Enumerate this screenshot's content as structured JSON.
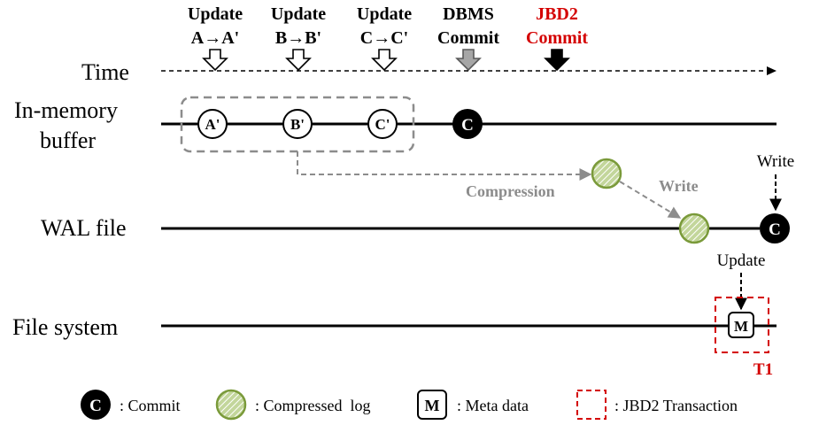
{
  "events": [
    {
      "line1": "Update",
      "line2": "A→A'"
    },
    {
      "line1": "Update",
      "line2": "B→B'"
    },
    {
      "line1": "Update",
      "line2": "C→C'"
    },
    {
      "line1": "DBMS",
      "line2": "Commit"
    },
    {
      "line1": "JBD2",
      "line2": "Commit"
    }
  ],
  "rows": {
    "time": "Time",
    "buffer_line1": "In-memory",
    "buffer_line2": "buffer",
    "wal": "WAL file",
    "fs": "File system"
  },
  "nodes": {
    "a": "A'",
    "b": "B'",
    "c_prime": "C'",
    "commit_buffer": "C",
    "commit_wal": "C",
    "meta": "M"
  },
  "labels": {
    "compression": "Compression",
    "write_green": "Write",
    "write_black": "Write",
    "update": "Update",
    "t1": "T1"
  },
  "legend": {
    "commit_symbol": "C",
    "commit": ": Commit",
    "compressed": ": Compressed  log",
    "meta_symbol": "M",
    "meta": ": Meta data",
    "jbd2": ": JBD2 Transaction"
  },
  "colors": {
    "red": "#d40000",
    "gray": "#8c8c8c",
    "green_stroke": "#7a9a3a",
    "green_fill": "#c3d69b",
    "black": "#000000"
  }
}
